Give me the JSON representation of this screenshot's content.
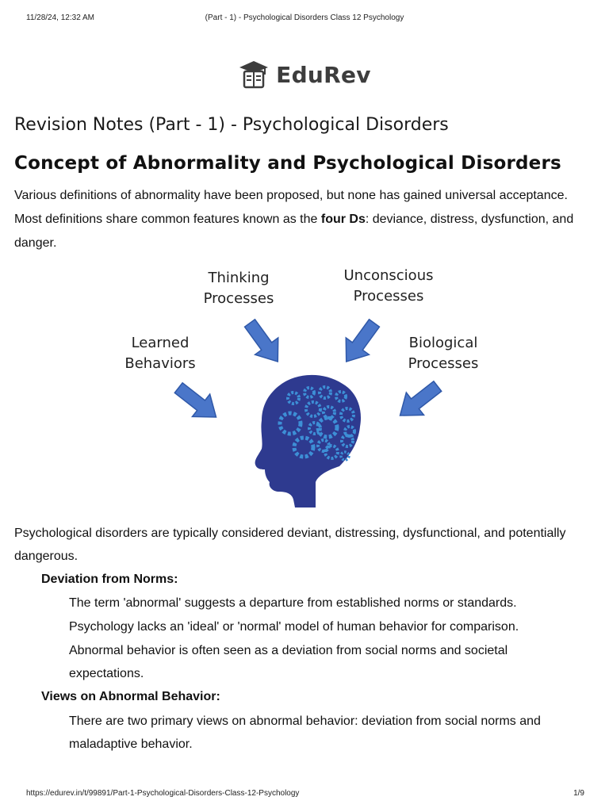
{
  "print_header": {
    "datetime": "11/28/24, 12:32 AM",
    "page_title": "(Part - 1) - Psychological Disorders Class 12 Psychology"
  },
  "logo": {
    "text": "EduRev",
    "icon": "graduation-cap-book-icon"
  },
  "subtitle": "Revision Notes (Part - 1) - Psychological Disorders",
  "heading": "Concept of Abnormality and Psychological Disorders",
  "intro": {
    "before": "Various definitions of abnormality have been proposed, but none has gained universal acceptance. Most definitions share common features known as the ",
    "bold": "four Ds",
    "after": ": deviance, distress, dysfunction, and danger."
  },
  "figure": {
    "labels": {
      "thinking": [
        "Thinking",
        "Processes"
      ],
      "unconscious": [
        "Unconscious",
        "Processes"
      ],
      "learned": [
        "Learned",
        "Behaviors"
      ],
      "biological": [
        "Biological",
        "Processes"
      ]
    },
    "colors": {
      "arrow": "#4a76c9",
      "head": "#2e3a8f",
      "gear": "#3d8fd6"
    }
  },
  "para1": "Psychological disorders are typically considered deviant, distressing, dysfunctional, and potentially dangerous.",
  "section1": {
    "title": "Deviation from Norms:",
    "items": [
      "The term 'abnormal' suggests a departure from established norms or standards.",
      "Psychology lacks an 'ideal' or 'normal' model of human behavior for comparison.",
      "Abnormal behavior is often seen as a deviation from social norms and societal expectations."
    ]
  },
  "section2": {
    "title": "Views on Abnormal Behavior:",
    "items": [
      "There are two primary views on abnormal behavior: deviation from social norms and maladaptive behavior."
    ]
  },
  "print_footer": {
    "url": "https://edurev.in/t/99891/Part-1-Psychological-Disorders-Class-12-Psychology",
    "page": "1/9"
  }
}
